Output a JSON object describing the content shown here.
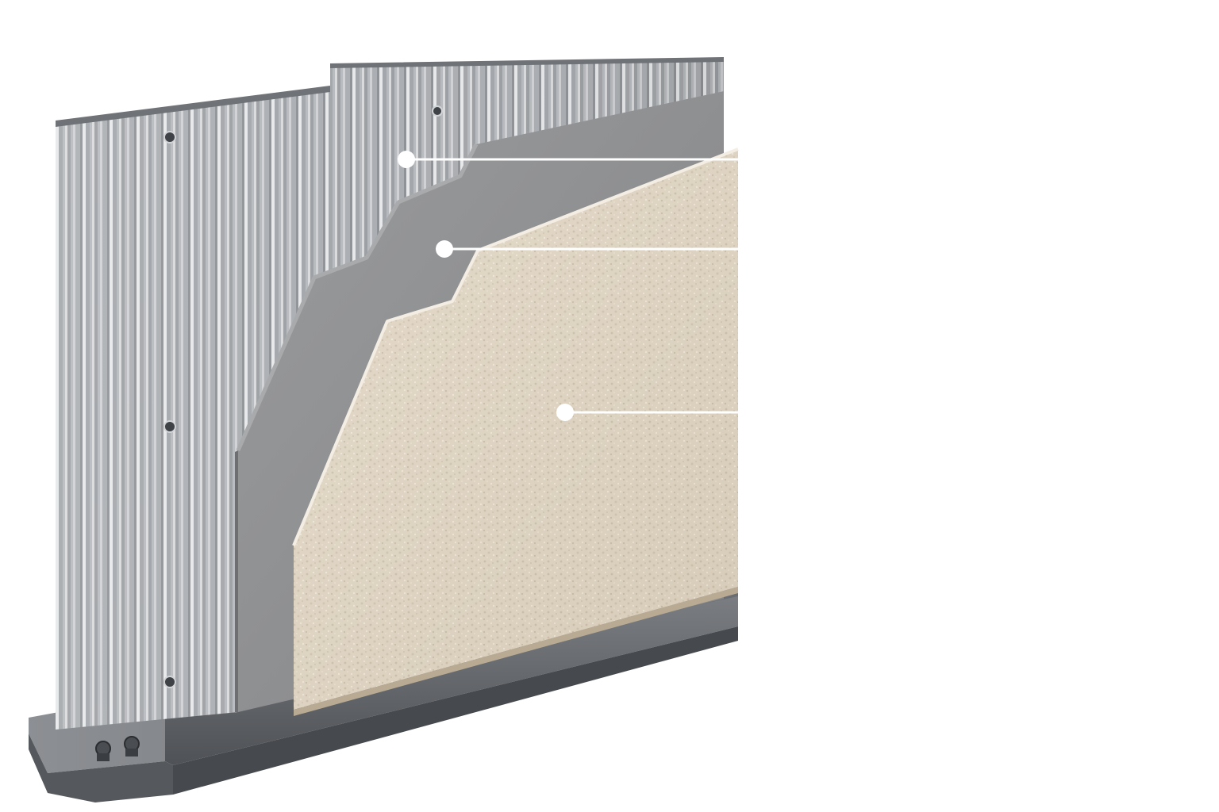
{
  "diagram": {
    "layers": [
      {
        "id": "corrugated-steel-sheet",
        "color": "#b9bcc0",
        "icon": "corrugated-panel"
      },
      {
        "id": "cement-board",
        "color": "#8d8e90",
        "icon": "board-panel"
      },
      {
        "id": "textured-insulation-board",
        "color": "#e3d8c6",
        "icon": "textured-panel"
      },
      {
        "id": "base-channel",
        "color": "#6b6e72",
        "icon": "steel-channel"
      }
    ],
    "callouts": [
      {
        "target": "corrugated-steel-sheet",
        "marker_color": "#ffffff",
        "line_color": "#ffffff"
      },
      {
        "target": "cement-board",
        "marker_color": "#ffffff",
        "line_color": "#ffffff"
      },
      {
        "target": "textured-insulation-board",
        "marker_color": "#ffffff",
        "line_color": "#ffffff"
      }
    ],
    "fixings": {
      "icon": "screw-head",
      "color": "#3f4246"
    }
  }
}
